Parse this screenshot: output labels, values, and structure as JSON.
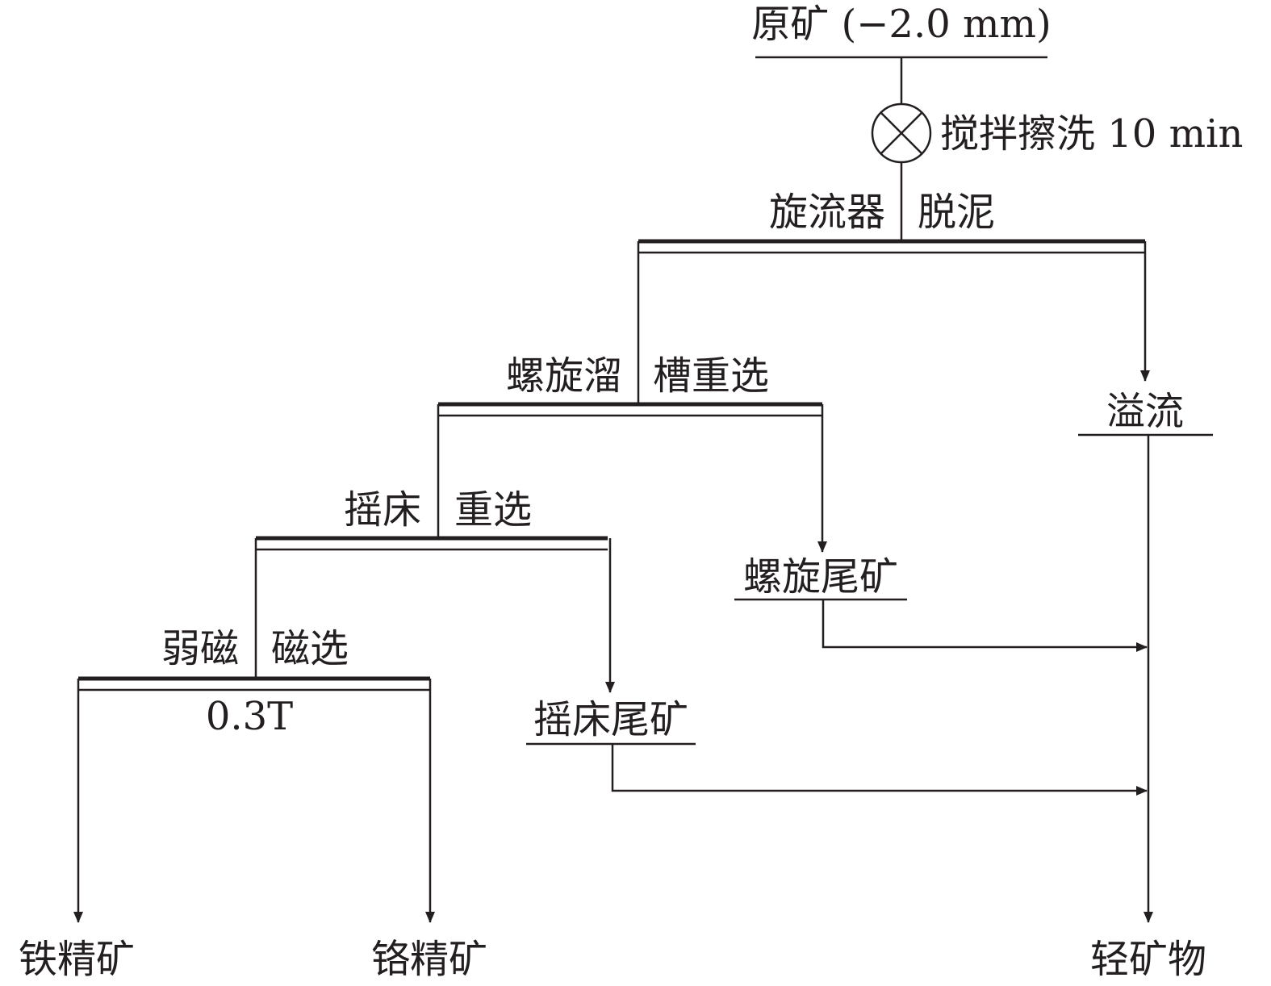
{
  "feed": {
    "label": "原矿 (−2.0 mm)"
  },
  "scrubbing": {
    "label": "搅拌擦洗 10 min"
  },
  "hydrocyclone": {
    "label_left": "旋流器",
    "label_right": "脱泥"
  },
  "spiral": {
    "label_left": "螺旋溜",
    "label_right": "槽重选"
  },
  "shaking_table": {
    "label_left": "摇床",
    "label_right": "重选"
  },
  "magnetic": {
    "label_left": "弱磁",
    "label_right": "磁选",
    "field": "0.3T"
  },
  "products": {
    "overflow": "溢流",
    "spiral_tailings": "螺旋尾矿",
    "table_tailings": "摇床尾矿",
    "iron_concentrate": "铁精矿",
    "chromium_concentrate": "铬精矿",
    "light_minerals": "轻矿物"
  },
  "colors": {
    "ink": "#231f20",
    "background": "#ffffff"
  }
}
